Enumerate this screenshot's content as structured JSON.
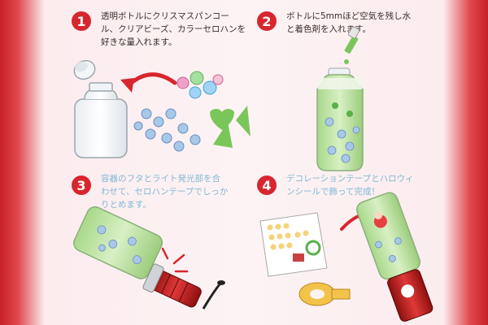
{
  "steps": [
    {
      "number": "1",
      "text": "透明ボトルにクリスマスパンコー\nル、クリアビーズ、カラーセロハンを\n好きな量入れます。"
    },
    {
      "number": "2",
      "text": "ボトルに5mmほど空気を残し水\nと着色剤を入れます。"
    },
    {
      "number": "3",
      "text": "容器のフタとライト発光部を合\nわせて、セロハンテープでしっか\nりとめます。"
    },
    {
      "number": "4",
      "text": "デコレーションテープとハロウィ\nンシールで飾って完成！"
    }
  ],
  "colors": {
    "step_number_bg": "#d8262e",
    "border_red": "#c8202a",
    "faded_text": "#7fb8d6",
    "body_text": "#3a2c2a"
  },
  "icons": {
    "open_bottle": "bottle-icon",
    "cap": "cap-icon",
    "pour_arrow": "curved-arrow-icon",
    "bottle_with_water": "filled-bottle-icon",
    "dropper": "dropper-icon",
    "flashlight": "flashlight-icon",
    "tape_roll": "tape-roll-icon",
    "sticker_sheet": "sticker-sheet-icon"
  }
}
